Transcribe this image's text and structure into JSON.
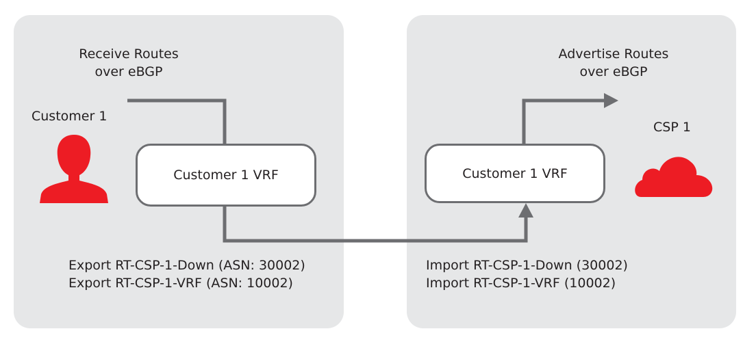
{
  "left": {
    "receive_line1": "Receive Routes",
    "receive_line2": "over eBGP",
    "customer_label": "Customer 1",
    "vrf_label": "Customer 1 VRF",
    "export_line1": "Export RT-CSP-1-Down (ASN: 30002)",
    "export_line2": "Export RT-CSP-1-VRF (ASN: 10002)",
    "icon": "person-icon"
  },
  "right": {
    "advertise_line1": "Advertise Routes",
    "advertise_line2": "over eBGP",
    "csp_label": "CSP 1",
    "vrf_label": "Customer 1 VRF",
    "import_line1": "Import RT-CSP-1-Down (30002)",
    "import_line2": "Import RT-CSP-1-VRF (10002)",
    "icon": "cloud-icon"
  },
  "colors": {
    "panel": "#e6e7e8",
    "line": "#6d6e71",
    "accent_red": "#ed1c24",
    "text": "#231f20"
  }
}
